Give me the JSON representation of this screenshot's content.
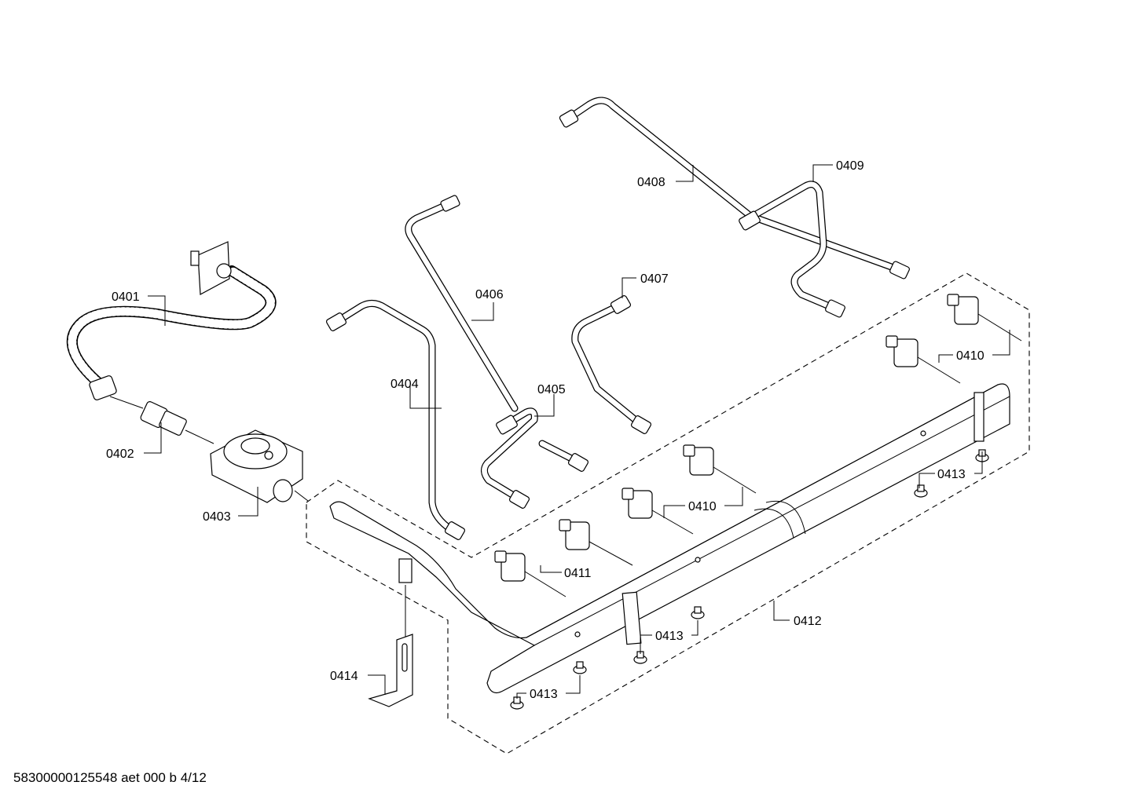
{
  "labels": {
    "p0401": "0401",
    "p0402": "0402",
    "p0403": "0403",
    "p0404": "0404",
    "p0405": "0405",
    "p0406": "0406",
    "p0407": "0407",
    "p0408": "0408",
    "p0409": "0409",
    "p0410a": "0410",
    "p0410b": "0410",
    "p0411": "0411",
    "p0412": "0412",
    "p0413a": "0413",
    "p0413b": "0413",
    "p0413c": "0413",
    "p0414": "0414"
  },
  "footer": "58300000125548 aet 000 b 4/12"
}
